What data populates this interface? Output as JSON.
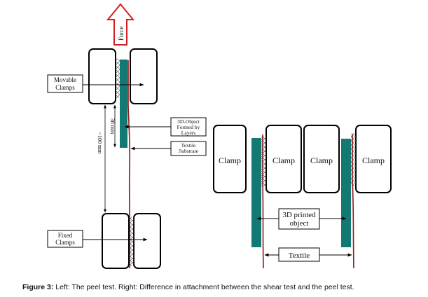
{
  "figure": {
    "left": {
      "force_label": "Force",
      "movable_clamps_label": [
        "Movable",
        "Clamps"
      ],
      "fixed_clamps_label": [
        "Fixed",
        "Clamps"
      ],
      "object_label": [
        "3D-Object",
        "Formed by",
        "Layers"
      ],
      "textile_label": [
        "Textile",
        "Substrate"
      ],
      "dim_30": "30 mm",
      "dim_100": "~100 mm"
    },
    "right": {
      "clamp_labels": [
        "Clamp",
        "Clamp",
        "Clamp",
        "Clamp"
      ],
      "printed_object_label": [
        "3D printed",
        "object"
      ],
      "textile_label": "Textile"
    },
    "colors": {
      "teal_object": "#137a73",
      "textile_red": "#8b1a1a",
      "force_arrow_red": "#d42020"
    }
  },
  "caption": {
    "prefix": "Figure 3:",
    "text": " Left: The peel test. Right: Difference in attachment between the shear test and the peel test."
  }
}
